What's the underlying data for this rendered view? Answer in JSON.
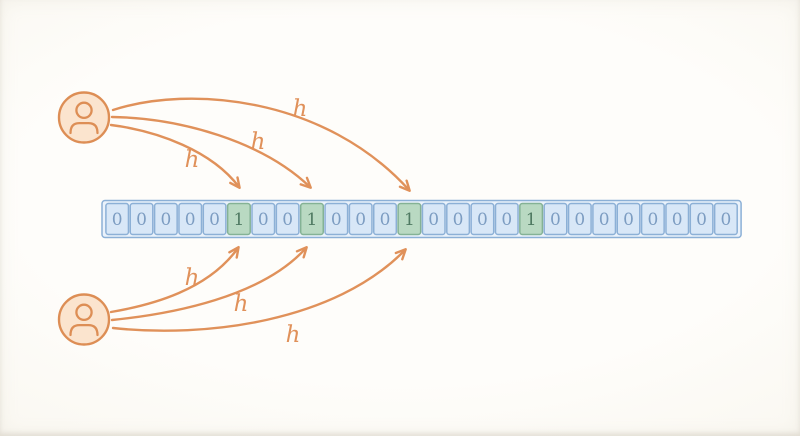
{
  "diagram": {
    "type": "bloom-filter",
    "hash_function_label": "h",
    "bit_array": {
      "length": 26,
      "bits": [
        0,
        0,
        0,
        0,
        0,
        1,
        0,
        0,
        1,
        0,
        0,
        0,
        1,
        0,
        0,
        0,
        0,
        1,
        0,
        0,
        0,
        0,
        0,
        0,
        0,
        0
      ],
      "set_bit_indices": [
        5,
        8,
        12,
        17
      ]
    },
    "users": [
      {
        "id": "user-top",
        "hash_arrow_targets": [
          12,
          8,
          5
        ]
      },
      {
        "id": "user-bottom",
        "hash_arrow_targets": [
          5,
          8,
          12
        ]
      }
    ],
    "colors": {
      "arrow_orange": "#e0915a",
      "icon_fill": "#fbe4ce",
      "icon_stroke": "#dd8e55",
      "cell_zero_fill": "#d8e7f7",
      "cell_zero_stroke": "#8cb0d6",
      "cell_zero_text": "#7d9dc2",
      "cell_one_fill": "#b9d9c2",
      "cell_one_stroke": "#84b295",
      "cell_one_text": "#4f7a62",
      "array_outer_fill": "#eaf2fb",
      "array_outer_stroke": "#8cb0d6"
    }
  }
}
